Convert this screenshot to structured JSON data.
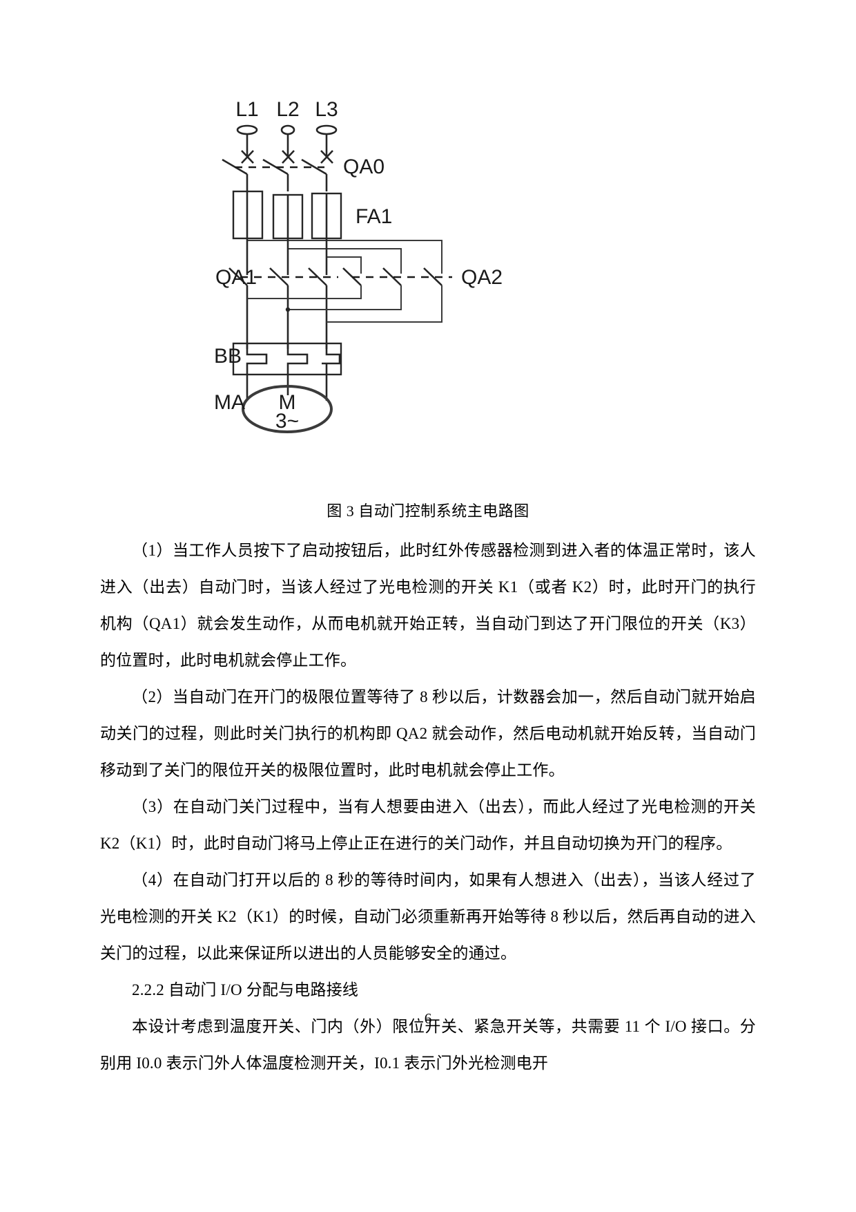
{
  "document": {
    "page_number": "6",
    "figure": {
      "caption": "图 3 自动门控制系统主电路图",
      "labels": {
        "l1": "L1",
        "l2": "L2",
        "l3": "L3",
        "qa0": "QA0",
        "fa1": "FA1",
        "qa1": "QA1",
        "qa2": "QA2",
        "bb": "BB",
        "ma": "MA",
        "motor_top": "M",
        "motor_bottom": "3~"
      }
    },
    "paragraphs": [
      "（1）当工作人员按下了启动按钮后，此时红外传感器检测到进入者的体温正常时，该人进入（出去）自动门时，当该人经过了光电检测的开关 K1（或者 K2）时，此时开门的执行机构（QA1）就会发生动作，从而电机就开始正转，当自动门到达了开门限位的开关（K3）的位置时，此时电机就会停止工作。",
      "（2）当自动门在开门的极限位置等待了 8 秒以后，计数器会加一，然后自动门就开始启动关门的过程，则此时关门执行的机构即 QA2 就会动作，然后电动机就开始反转，当自动门移动到了关门的限位开关的极限位置时，此时电机就会停止工作。",
      "（3）在自动门关门过程中，当有人想要由进入（出去），而此人经过了光电检测的开关 K2（K1）时，此时自动门将马上停止正在进行的关门动作，并且自动切换为开门的程序。",
      "（4）在自动门打开以后的 8 秒的等待时间内，如果有人想进入（出去），当该人经过了光电检测的开关 K2（K1）的时候，自动门必须重新再开始等待 8 秒以后，然后再自动的进入关门的过程，以此来保证所以进出的人员能够安全的通过。"
    ],
    "section_heading": "2.2.2 自动门 I/O 分配与电路接线",
    "closing_paragraph": "本设计考虑到温度开关、门内（外）限位开关、紧急开关等，共需要 11 个 I/O 接口。分别用 I0.0 表示门外人体温度检测开关，I0.1 表示门外光检测电开"
  }
}
